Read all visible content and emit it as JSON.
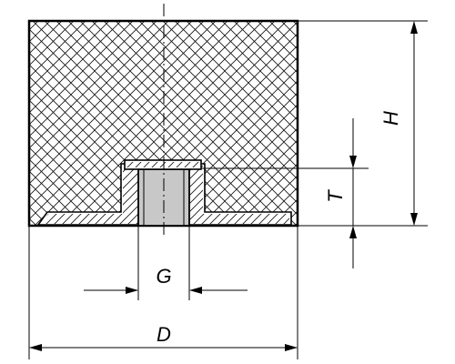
{
  "dimensions": {
    "height_label": "H",
    "thread_depth_label": "T",
    "thread_label": "G",
    "diameter_label": "D"
  },
  "colors": {
    "line": "#000000",
    "body_fill": "#ffffff",
    "insert_fill": "#d9d9d9",
    "bore_fill": "#c8c8c8",
    "hatch": "#111111"
  }
}
